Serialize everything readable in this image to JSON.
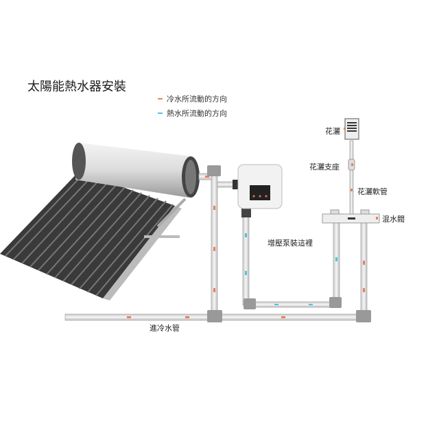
{
  "title": "太陽能熱水器安裝",
  "legend": [
    {
      "label": "冷水所流動的方向",
      "color": "#e8825a"
    },
    {
      "label": "熱水所流動的方向",
      "color": "#4cc6d8"
    }
  ],
  "labels": {
    "shower_head": "花灑",
    "shower_holder": "花灑支座",
    "shower_hose": "花灑軟管",
    "mixing_valve": "混水閥",
    "pump": "增壓泵裝這裡",
    "cold_inlet": "進冷水管"
  }
}
